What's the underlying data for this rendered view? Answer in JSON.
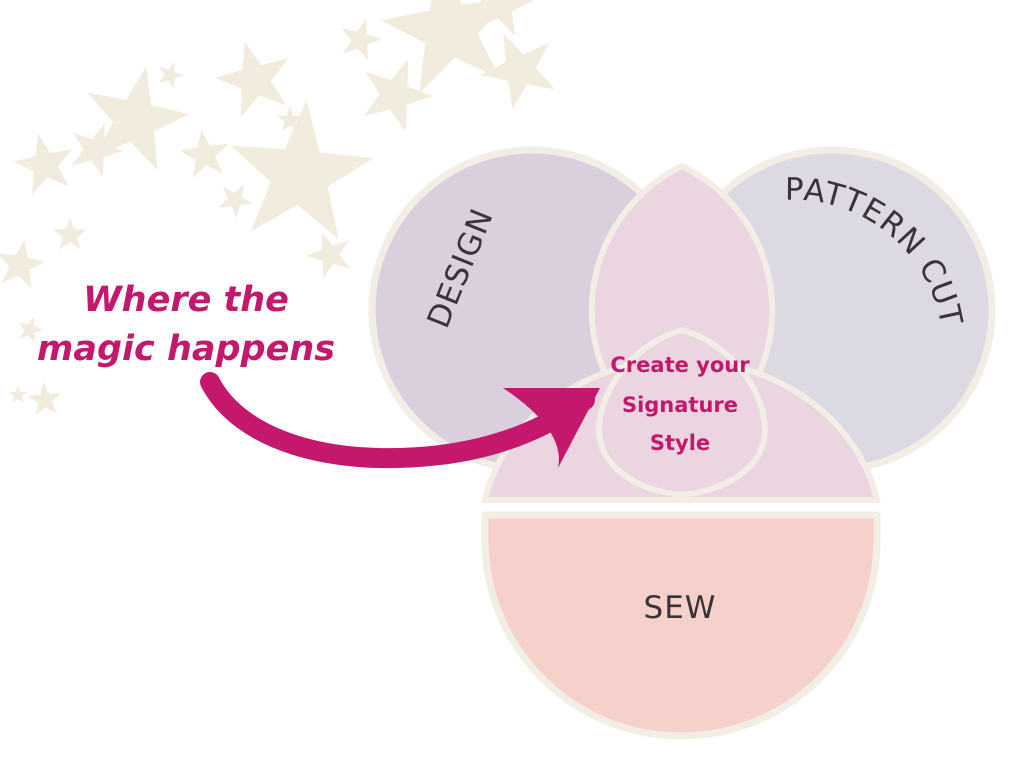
{
  "diagram": {
    "sets": [
      {
        "id": "design",
        "label": "DESIGN"
      },
      {
        "id": "pattern_cut",
        "label": "PATTERN CUT"
      },
      {
        "id": "sew",
        "label": "SEW"
      }
    ],
    "center": {
      "lines": [
        "Create your",
        "Signature",
        "Style"
      ]
    },
    "callout": {
      "lines": [
        "Where the",
        "magic happens"
      ]
    }
  },
  "colors": {
    "design_fill": "#dacfdd",
    "pattern_fill": "#dcd9e3",
    "sew_fill": "#f6d1cb",
    "petal_fill": "#ebd5e1",
    "outline": "#f2ede5",
    "accent": "#c4186d",
    "label_text": "#3a3438",
    "stars": "#f1ecde"
  },
  "decorations": {
    "background_icon": "star-icon"
  }
}
